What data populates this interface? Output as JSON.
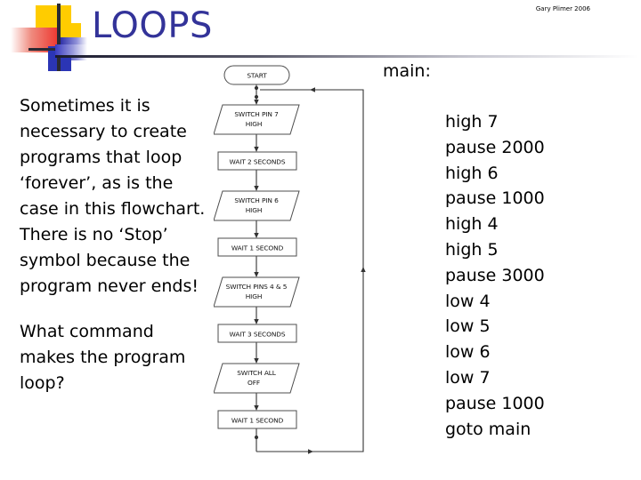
{
  "header": {
    "title": "LOOPS",
    "author_credit": "Gary Plimer 2006"
  },
  "body_text": {
    "paragraph_1": "Sometimes it is necessary to create programs that loop ‘forever’, as is the case in this flowchart. There is no ‘Stop’ symbol because the program never ends!",
    "paragraph_2": "What command makes the program loop?"
  },
  "code": {
    "label": "main:",
    "lines": [
      "high 7",
      "pause 2000",
      "high 6",
      "pause 1000",
      "high 4",
      "high 5",
      "pause 3000",
      "low 4",
      "low 5",
      "low 6",
      "low 7",
      "pause 1000",
      "goto main"
    ]
  },
  "flowchart": {
    "start_label": "START",
    "nodes": [
      {
        "type": "terminator",
        "line1": "START",
        "line2": ""
      },
      {
        "type": "parallelogram",
        "line1": "SWITCH PIN 7",
        "line2": "HIGH"
      },
      {
        "type": "process",
        "line1": "WAIT 2 SECONDS",
        "line2": ""
      },
      {
        "type": "parallelogram",
        "line1": "SWITCH PIN 6",
        "line2": "HIGH"
      },
      {
        "type": "process",
        "line1": "WAIT 1 SECOND",
        "line2": ""
      },
      {
        "type": "parallelogram",
        "line1": "SWITCH PINS 4 & 5",
        "line2": "HIGH"
      },
      {
        "type": "process",
        "line1": "WAIT 3 SECONDS",
        "line2": ""
      },
      {
        "type": "parallelogram",
        "line1": "SWITCH ALL",
        "line2": "OFF"
      },
      {
        "type": "process",
        "line1": "WAIT 1 SECOND",
        "line2": ""
      }
    ],
    "loop_description": "loop-back from bottom to top"
  },
  "colors": {
    "title": "#333399",
    "accent_yellow": "#FFCC00",
    "accent_red": "#EE3B33",
    "accent_blue": "#2B35B5",
    "text": "#000000"
  }
}
